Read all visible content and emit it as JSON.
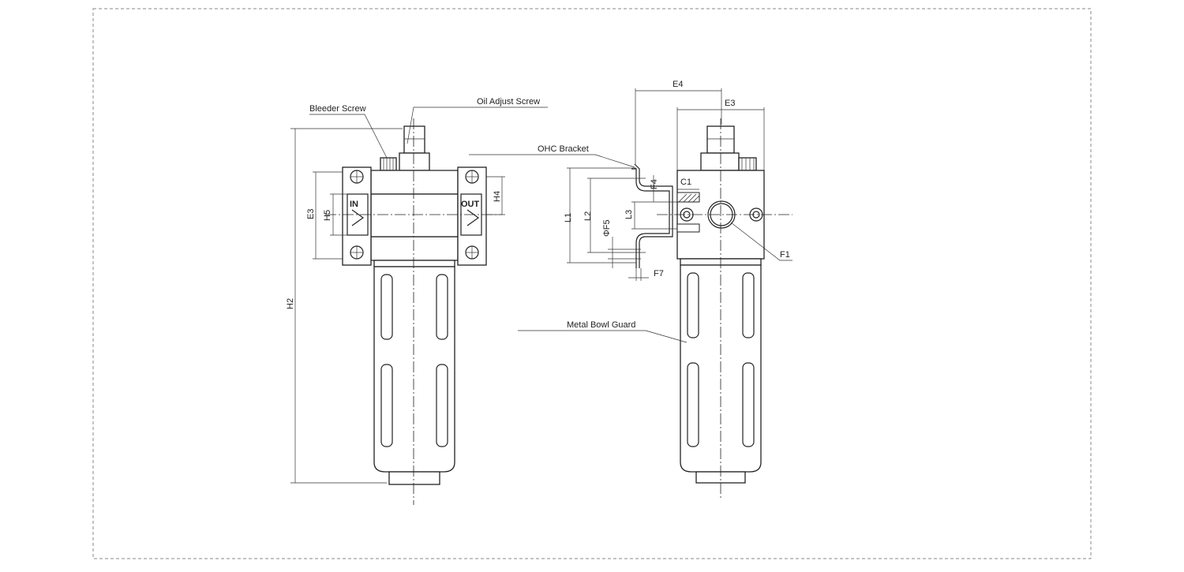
{
  "callouts": {
    "bleeder_screw": "Bleeder Screw",
    "oil_adjust_screw": "Oil Adjust Screw",
    "ohc_bracket": "OHC Bracket",
    "metal_bowl_guard": "Metal Bowl Guard"
  },
  "port_labels": {
    "in": "IN",
    "out": "OUT"
  },
  "dimensions": {
    "h2": "H2",
    "e3_front": "E3",
    "h5": "H5",
    "h4": "H4",
    "e4": "E4",
    "e3_side": "E3",
    "c1": "C1",
    "f1": "F1",
    "f4": "F4",
    "l1": "L1",
    "l2": "L2",
    "l3": "L3",
    "phi_f5": "ΦF5",
    "f7": "F7"
  }
}
